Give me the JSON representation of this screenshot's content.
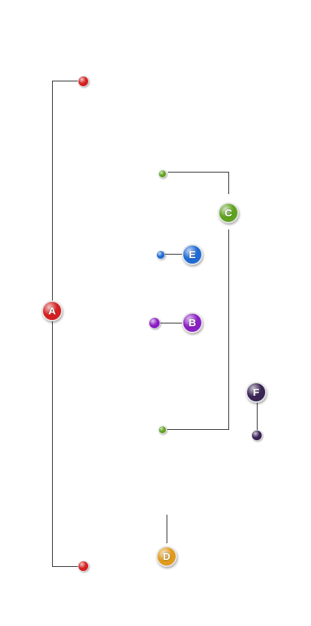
{
  "diagram": {
    "nodes": [
      {
        "id": "A",
        "label": "A",
        "color": "#d42020"
      },
      {
        "id": "B",
        "label": "B",
        "color": "#8a1fc4"
      },
      {
        "id": "C",
        "label": "C",
        "color": "#5fa21f"
      },
      {
        "id": "D",
        "label": "D",
        "color": "#e09a1c"
      },
      {
        "id": "E",
        "label": "E",
        "color": "#1f6ad4"
      },
      {
        "id": "F",
        "label": "F",
        "color": "#3a2456"
      }
    ]
  }
}
